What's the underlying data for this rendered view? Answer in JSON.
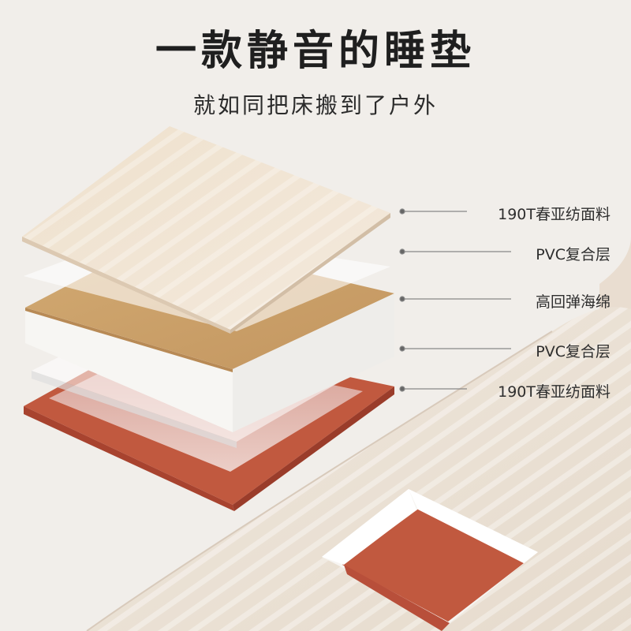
{
  "headline": "一款静音的睡垫",
  "subheadline": "就如同把床搬到了户外",
  "layers": [
    {
      "label": "190T春亚纺面料"
    },
    {
      "label": "PVC复合层"
    },
    {
      "label": "高回弹海绵"
    },
    {
      "label": "PVC复合层"
    },
    {
      "label": "190T春亚纺面料"
    }
  ]
}
